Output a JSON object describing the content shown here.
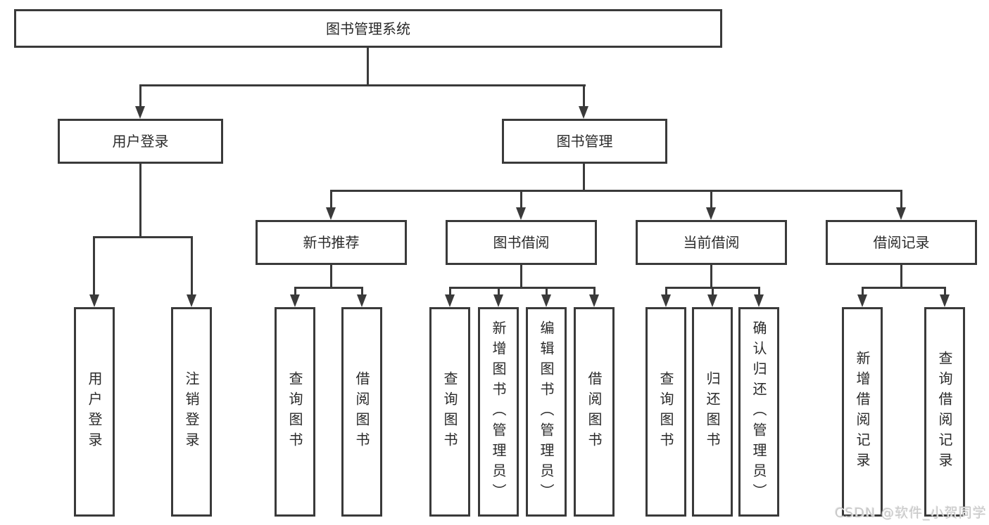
{
  "diagram": {
    "root": "图书管理系统",
    "user_login": {
      "label": "用户登录",
      "children": [
        "用户登录",
        "注销登录"
      ]
    },
    "book_management": {
      "label": "图书管理",
      "sections": [
        {
          "label": "新书推荐",
          "children": [
            "查询图书",
            "借阅图书"
          ]
        },
        {
          "label": "图书借阅",
          "children": [
            "查询图书",
            "新增图书（管理员）",
            "编辑图书（管理员）",
            "借阅图书"
          ]
        },
        {
          "label": "当前借阅",
          "children": [
            "查询图书",
            "归还图书",
            "确认归还（管理员）"
          ]
        },
        {
          "label": "借阅记录",
          "children": [
            "新增借阅记录",
            "查询借阅记录"
          ]
        }
      ]
    }
  },
  "watermark": "CSDN @软件_小贺同学",
  "colors": {
    "line": "#3a3a3a",
    "text": "#2a2a2a",
    "background": "#ffffff",
    "watermark": "#c9c9c9"
  }
}
